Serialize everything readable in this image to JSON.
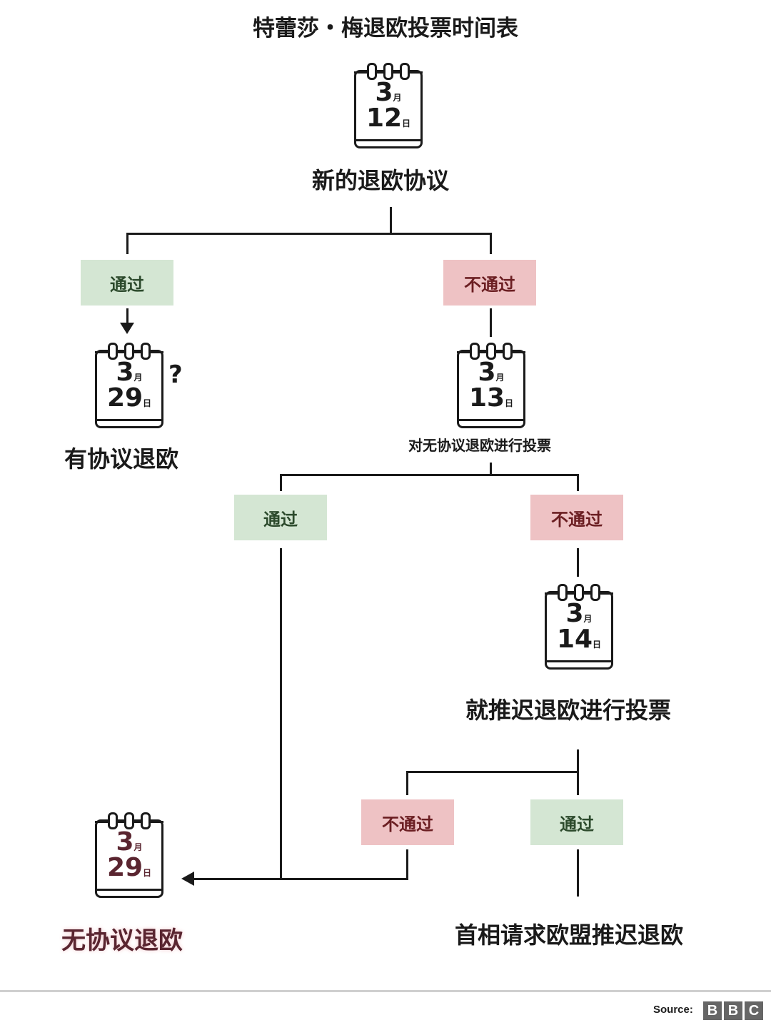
{
  "title": "特蕾莎・梅退欧投票时间表",
  "start": {
    "date": {
      "month": "3",
      "month_unit": "月",
      "day": "12",
      "day_unit": "日"
    },
    "label": "新的退欧协议"
  },
  "branch1": {
    "pass": {
      "label": "通过",
      "date": {
        "month": "3",
        "month_unit": "月",
        "day": "29",
        "day_unit": "日"
      },
      "question": "?",
      "outcome": "有协议退欧"
    },
    "fail": {
      "label": "不通过",
      "date": {
        "month": "3",
        "month_unit": "月",
        "day": "13",
        "day_unit": "日"
      },
      "vote_label": "对无协议退欧进行投票"
    }
  },
  "branch2": {
    "pass": {
      "label": "通过"
    },
    "fail": {
      "label": "不通过",
      "date": {
        "month": "3",
        "month_unit": "月",
        "day": "14",
        "day_unit": "日"
      },
      "vote_label": "就推迟退欧进行投票"
    }
  },
  "branch3": {
    "fail": {
      "label": "不通过"
    },
    "pass": {
      "label": "通过",
      "outcome": "首相请求欧盟推迟退欧"
    }
  },
  "no_deal": {
    "date": {
      "month": "3",
      "month_unit": "月",
      "day": "29",
      "day_unit": "日"
    },
    "outcome": "无协议退欧"
  },
  "footer": {
    "source_label": "Source:",
    "logo": [
      "B",
      "B",
      "C"
    ]
  },
  "colors": {
    "pass_bg": "#d4e6d3",
    "fail_bg": "#eec2c4",
    "no_deal_text": "#5a2530"
  }
}
